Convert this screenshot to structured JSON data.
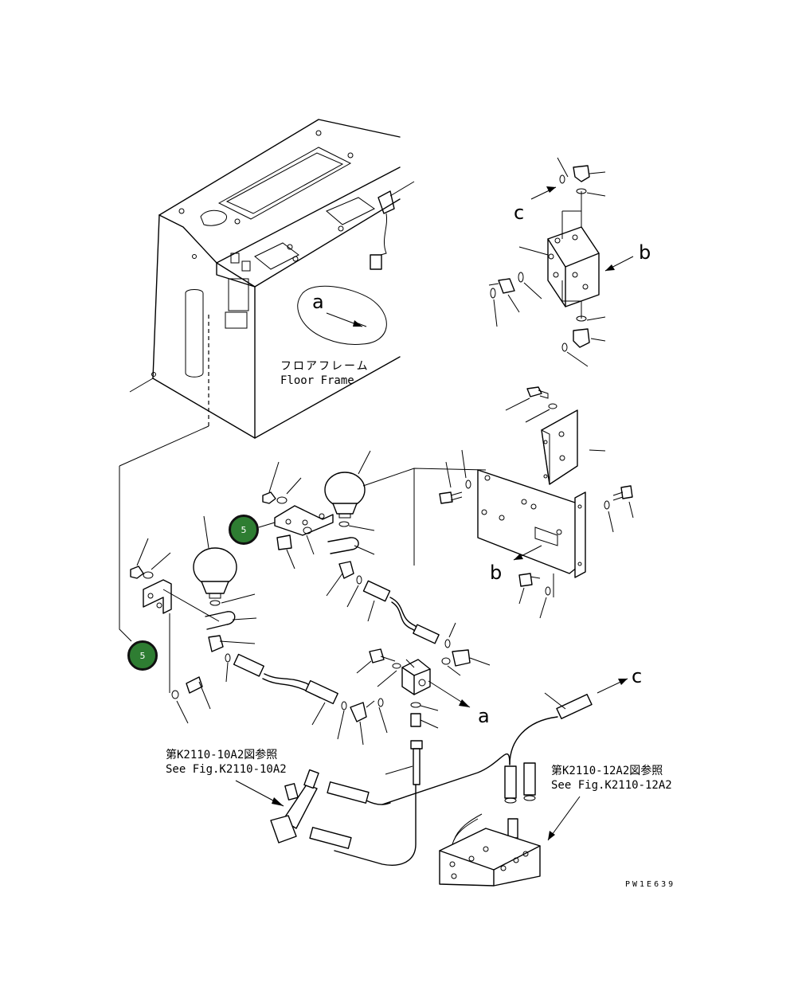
{
  "labels": {
    "floor_frame_jp": "フロアフレーム",
    "floor_frame_en": "Floor Frame",
    "see_fig_1_jp": "第K2110-10A2図参照",
    "see_fig_1_en": "See Fig.K2110-10A2",
    "see_fig_2_jp": "第K2110-12A2図参照",
    "see_fig_2_en": "See Fig.K2110-12A2",
    "drawing_no": "PW1E639"
  },
  "view_markers": {
    "a_detail": "a",
    "a_arrow": "a",
    "b_block": "b",
    "b_plate": "b",
    "c_top": "c",
    "c_hose": "c"
  },
  "callouts": [
    {
      "number": "5"
    },
    {
      "number": "5"
    }
  ],
  "colors": {
    "callout_fill": "#2e7d32",
    "callout_border": "#111111",
    "line": "#000000"
  }
}
